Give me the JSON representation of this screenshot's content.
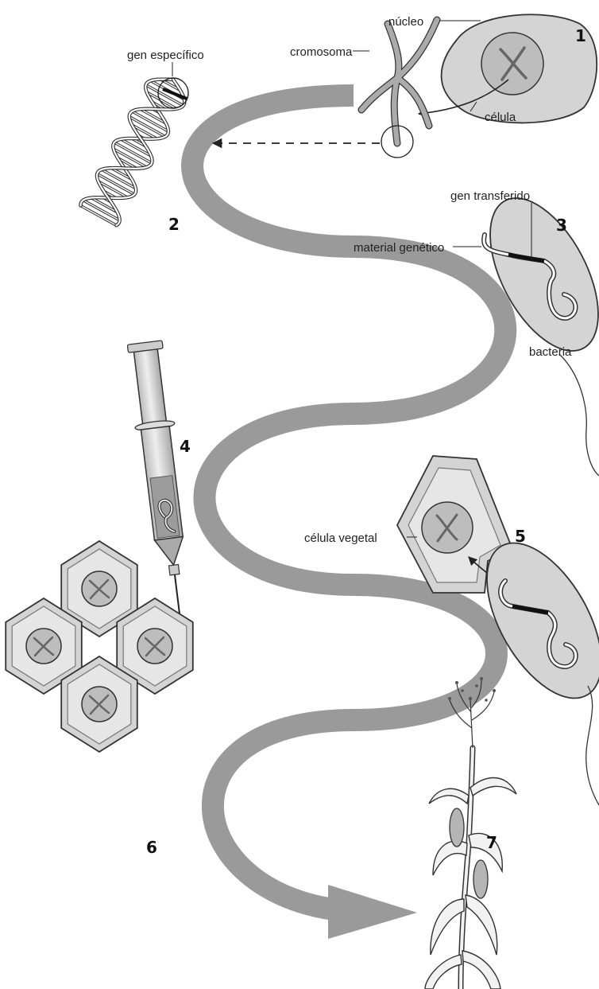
{
  "labels": {
    "nucleus": "núcleo",
    "chromosome": "cromosoma",
    "cell": "célula",
    "specific_gene": "gen específico",
    "transferred_gene": "gen transferido",
    "genetic_material": "material genético",
    "bacterium": "bacteria",
    "plant_cell": "célula vegetal"
  },
  "steps": [
    "1",
    "2",
    "3",
    "4",
    "5",
    "6",
    "7"
  ],
  "colors": {
    "path": "#9a9a9a",
    "cell": "#d4d4d4",
    "nucleus": "#bdbdbd",
    "outline": "#333333"
  }
}
